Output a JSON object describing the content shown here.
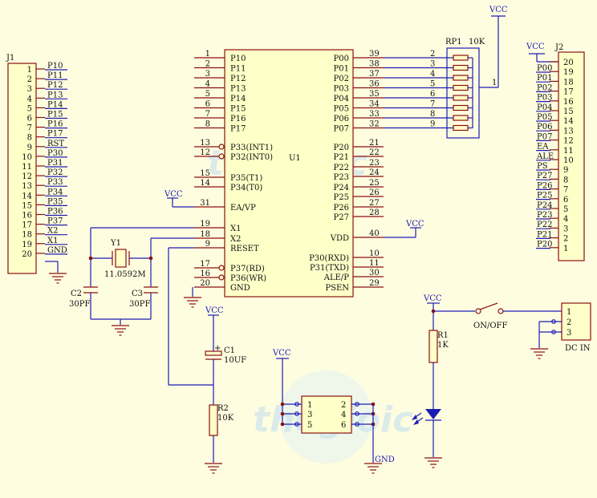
{
  "j1": {
    "name": "J1",
    "pins": [
      "1",
      "2",
      "3",
      "4",
      "5",
      "6",
      "7",
      "8",
      "9",
      "10",
      "11",
      "12",
      "13",
      "14",
      "15",
      "16",
      "17",
      "18",
      "19",
      "20"
    ],
    "nets": [
      "P10",
      "P11",
      "P12",
      "P13",
      "P14",
      "P15",
      "P16",
      "P17",
      "RST",
      "P30",
      "P31",
      "P32",
      "P33",
      "P34",
      "P35",
      "P36",
      "P37",
      "X2",
      "X1",
      "GND"
    ]
  },
  "j2": {
    "name": "J2",
    "vcc": "VCC",
    "pins": [
      "20",
      "19",
      "18",
      "17",
      "16",
      "15",
      "14",
      "13",
      "12",
      "11",
      "10",
      "9",
      "8",
      "7",
      "6",
      "5",
      "4",
      "3",
      "2",
      "1"
    ],
    "nets": [
      "P00",
      "P01",
      "P02",
      "P03",
      "P04",
      "P05",
      "P06",
      "P07",
      "EA",
      "ALE",
      "PS",
      "P27",
      "P26",
      "P25",
      "P24",
      "P23",
      "P22",
      "P21",
      "P20"
    ]
  },
  "u1": {
    "name": "U1",
    "left_pins": [
      {
        "num": "1",
        "name": "P10"
      },
      {
        "num": "2",
        "name": "P11"
      },
      {
        "num": "3",
        "name": "P12"
      },
      {
        "num": "4",
        "name": "P13"
      },
      {
        "num": "5",
        "name": "P14"
      },
      {
        "num": "6",
        "name": "P15"
      },
      {
        "num": "7",
        "name": "P16"
      },
      {
        "num": "8",
        "name": "P17"
      },
      {
        "num": "13",
        "name": "P33(INT1)"
      },
      {
        "num": "12",
        "name": "P32(INT0)"
      },
      {
        "num": "15",
        "name": "P35(T1)"
      },
      {
        "num": "14",
        "name": "P34(T0)"
      },
      {
        "num": "31",
        "name": "EA/VP"
      },
      {
        "num": "19",
        "name": "X1"
      },
      {
        "num": "18",
        "name": "X2"
      },
      {
        "num": "9",
        "name": "RESET"
      },
      {
        "num": "17",
        "name": "P37(RD)"
      },
      {
        "num": "16",
        "name": "P36(WR)"
      },
      {
        "num": "20",
        "name": "GND"
      }
    ],
    "right_pins": [
      {
        "num": "39",
        "name": "P00"
      },
      {
        "num": "38",
        "name": "P01"
      },
      {
        "num": "37",
        "name": "P02"
      },
      {
        "num": "36",
        "name": "P03"
      },
      {
        "num": "35",
        "name": "P04"
      },
      {
        "num": "34",
        "name": "P05"
      },
      {
        "num": "33",
        "name": "P06"
      },
      {
        "num": "32",
        "name": "P07"
      },
      {
        "num": "21",
        "name": "P20"
      },
      {
        "num": "22",
        "name": "P21"
      },
      {
        "num": "23",
        "name": "P22"
      },
      {
        "num": "24",
        "name": "P23"
      },
      {
        "num": "25",
        "name": "P24"
      },
      {
        "num": "26",
        "name": "P25"
      },
      {
        "num": "27",
        "name": "P26"
      },
      {
        "num": "28",
        "name": "P27"
      },
      {
        "num": "40",
        "name": "VDD"
      },
      {
        "num": "10",
        "name": "P30(RXD)"
      },
      {
        "num": "11",
        "name": "P31(TXD)"
      },
      {
        "num": "30",
        "name": "ALE/P"
      },
      {
        "num": "29",
        "name": "PSEN"
      }
    ]
  },
  "rp1": {
    "name": "RP1",
    "value": "10K",
    "pin_nums": [
      "2",
      "3",
      "4",
      "5",
      "6",
      "7",
      "8",
      "9"
    ],
    "common_pin": "1",
    "vcc": "VCC"
  },
  "crystal": {
    "name": "Y1",
    "value": "11.0592M"
  },
  "c2": {
    "name": "C2",
    "value": "30PF"
  },
  "c3": {
    "name": "C3",
    "value": "30PF"
  },
  "c1": {
    "name": "C1",
    "value": "10UF",
    "polarity": "+"
  },
  "r2": {
    "name": "R2",
    "value": "10K"
  },
  "r1": {
    "name": "R1",
    "value": "1K"
  },
  "power": {
    "switch_label": "ON/OFF",
    "dc_label": "DC IN",
    "dc_pins": [
      "1",
      "2",
      "3"
    ]
  },
  "header6": {
    "pins_left": [
      "1",
      "3",
      "5"
    ],
    "pins_right": [
      "2",
      "4",
      "6"
    ],
    "gnd": "GND"
  },
  "vcc": "VCC",
  "watermark": "thegioic"
}
